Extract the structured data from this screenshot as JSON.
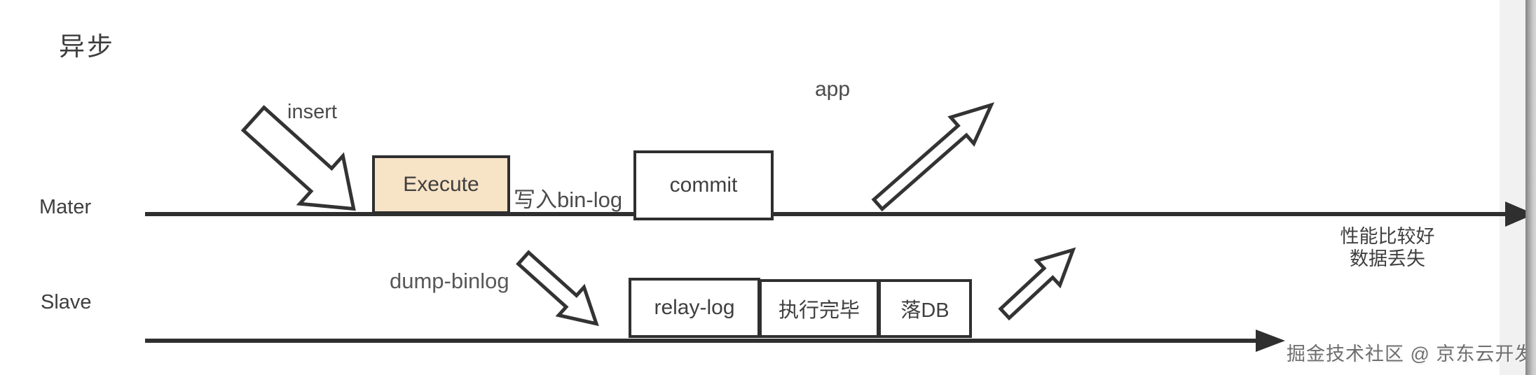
{
  "diagram": {
    "title": "异步",
    "lanes": [
      {
        "id": "master",
        "label": "Mater"
      },
      {
        "id": "slave",
        "label": "Slave"
      }
    ],
    "master_flow": {
      "insert_label": "insert",
      "execute_box": "Execute",
      "write_binlog_label": "写入bin-log",
      "commit_box": "commit",
      "app_label": "app"
    },
    "slave_flow": {
      "dump_binlog_label": "dump-binlog",
      "relay_log_box": "relay-log",
      "exec_done_box": "执行完毕",
      "drop_db_box": "落DB"
    },
    "notes": [
      "性能比较好",
      "数据丢失"
    ],
    "watermark": "掘金技术社区 @ 京东云开发者",
    "colors": {
      "line": "#2f2f2f",
      "execute_fill": "#f7e3c6",
      "box_fill": "#ffffff",
      "text": "#454545"
    }
  }
}
